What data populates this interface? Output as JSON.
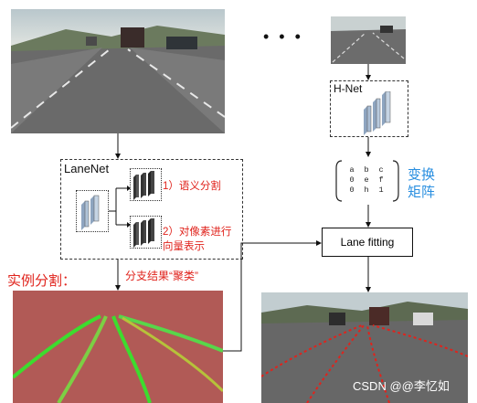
{
  "title_ellipsis": "• • •",
  "hnet": {
    "label": "H-Net"
  },
  "lanenet": {
    "label": "LaneNet",
    "branch1": "1）语义分割",
    "branch2_line1": "2）对像素进行",
    "branch2_line2": "向量表示"
  },
  "matrix": {
    "cells": [
      "a",
      "b",
      "c",
      "0",
      "e",
      "f",
      "0",
      "h",
      "1"
    ],
    "label_line1": "变换",
    "label_line2": "矩阵"
  },
  "instance_label": "实例分割：",
  "cluster_label": "分支结果“聚类”",
  "lane_fitting": "Lane fitting",
  "watermark": "CSDN @@李忆如",
  "colors": {
    "annotation_red": "#e0231c",
    "annotation_blue": "#2a8fe0",
    "segmentation_bg": "#b15a56",
    "lane_green": "#3ddc2e"
  }
}
